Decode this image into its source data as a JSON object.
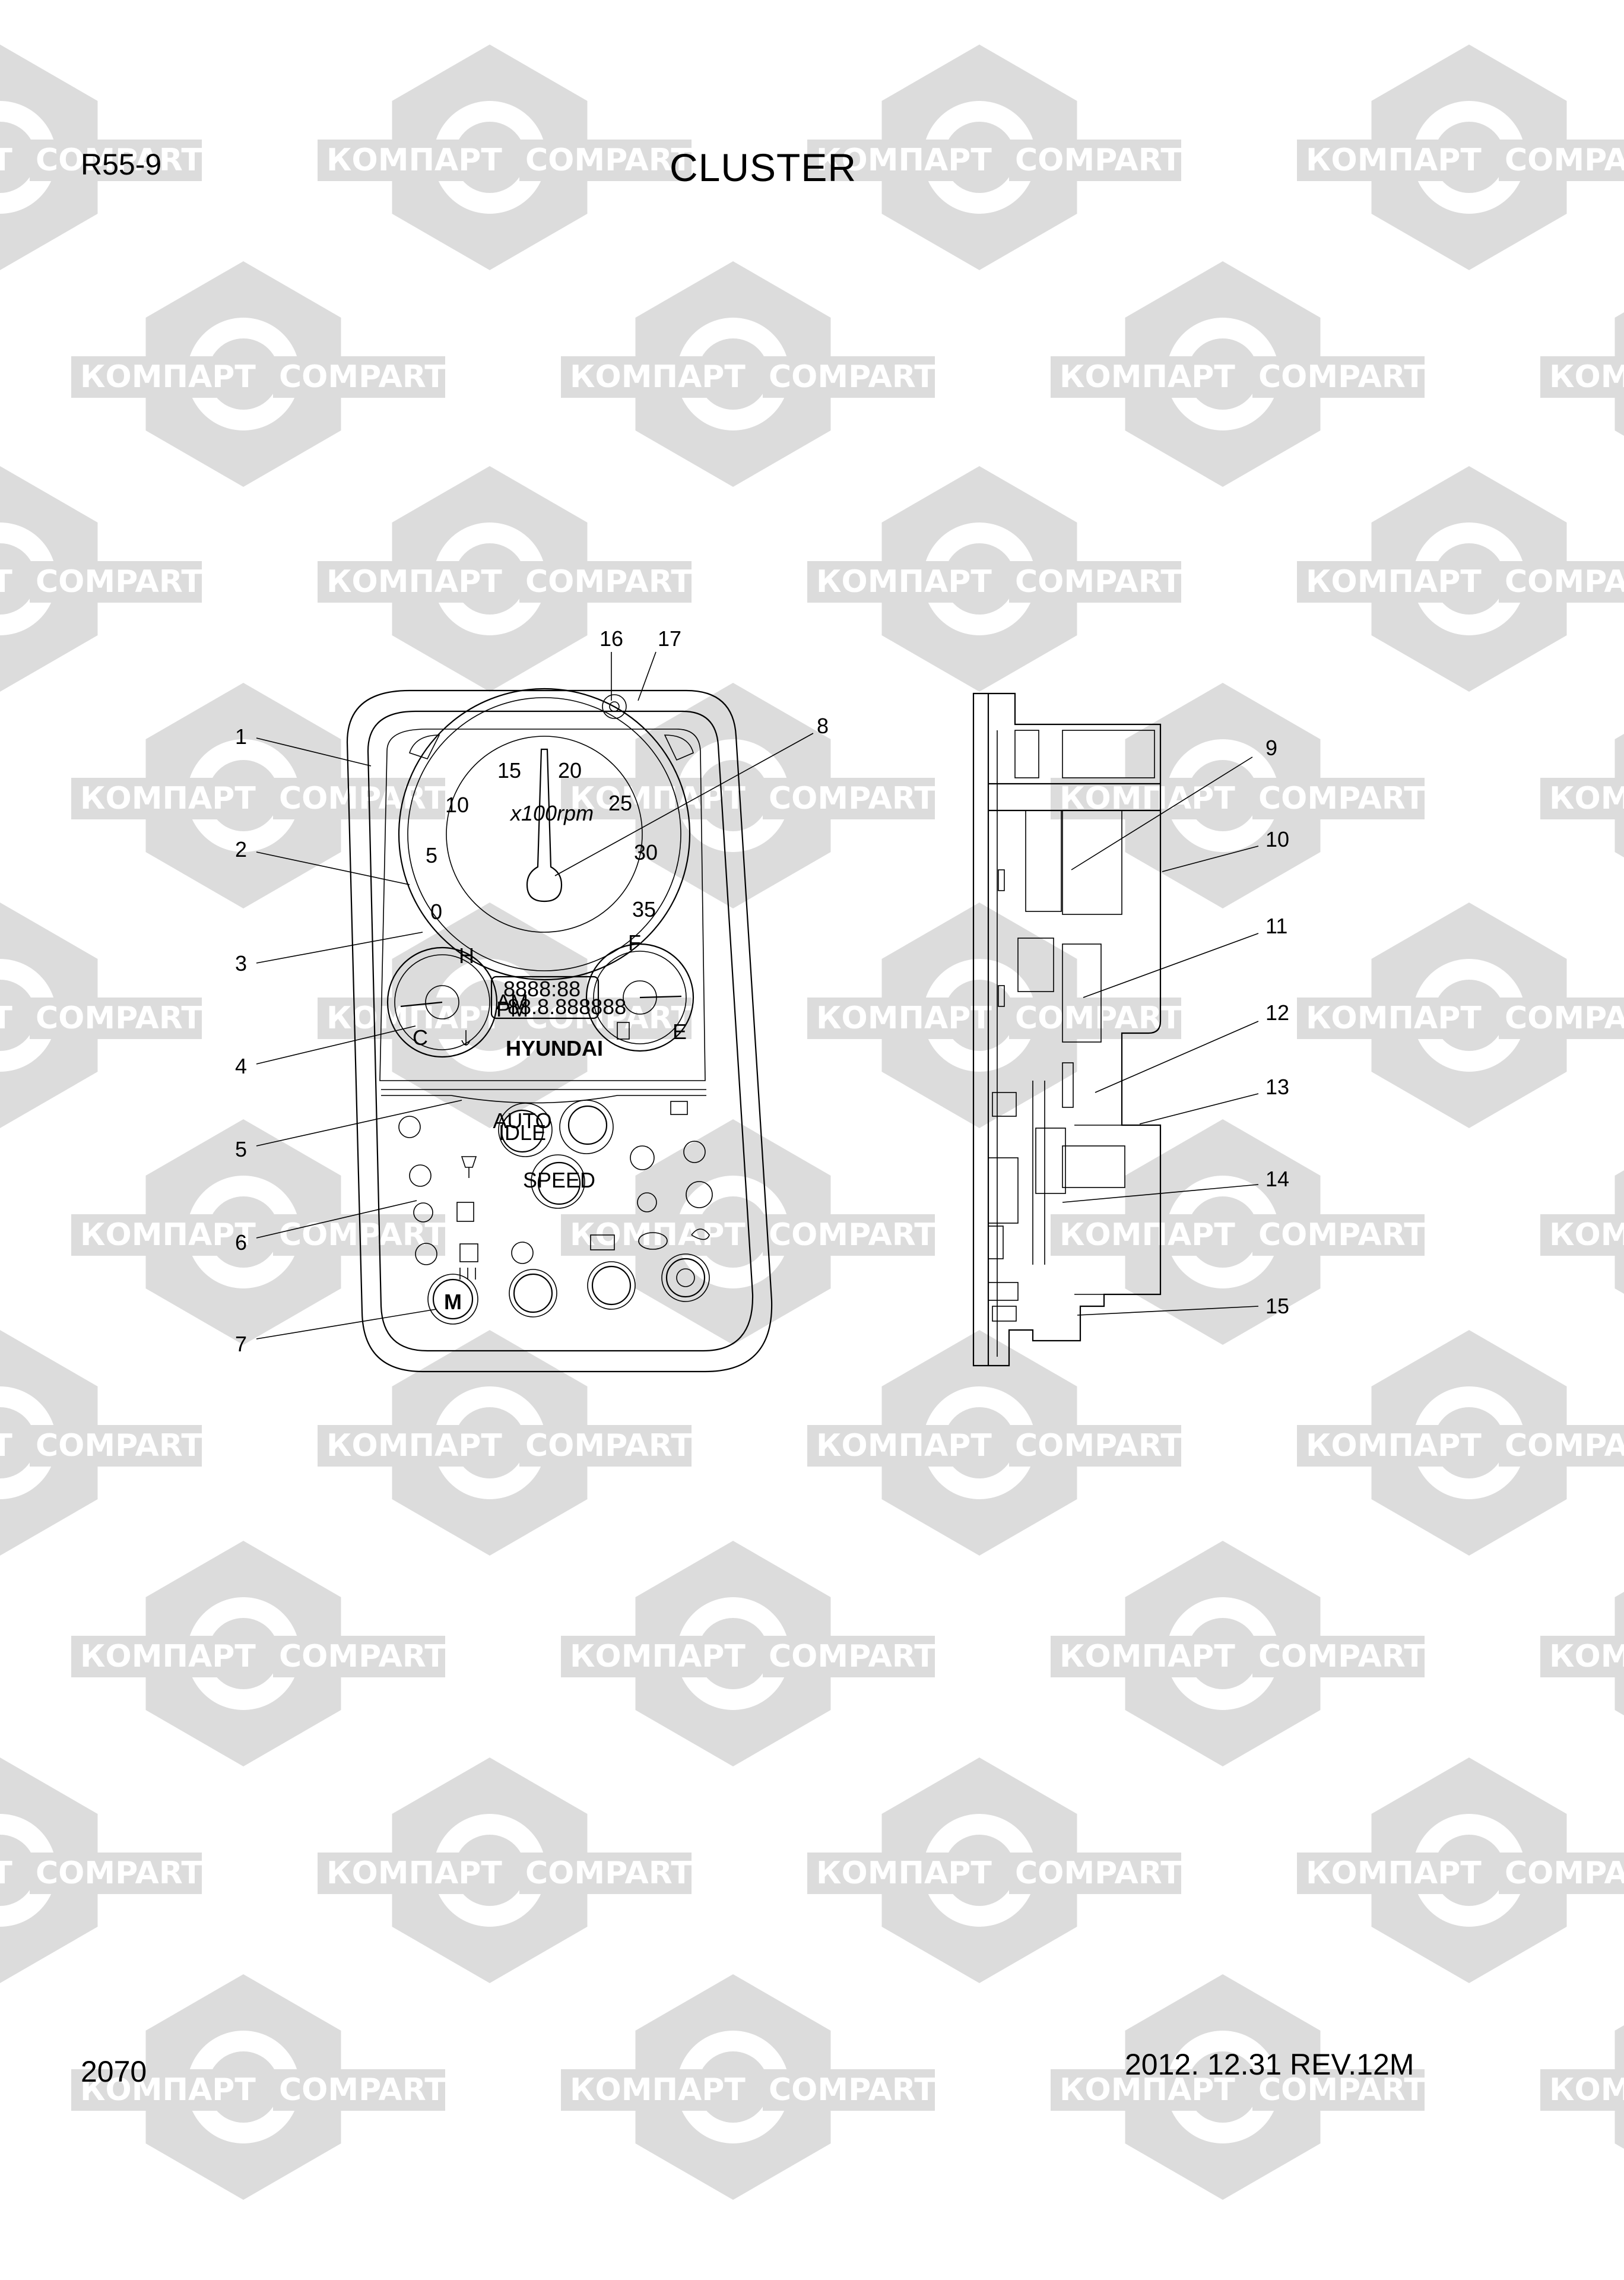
{
  "header": {
    "model": "R55-9",
    "title": "CLUSTER"
  },
  "footer": {
    "page_number": "2070",
    "revision": "2012. 12.31  REV.12M"
  },
  "watermark": {
    "text_ru": "КОМПАРТ",
    "text_en": "COMPART",
    "color": "#dcdcdc"
  },
  "tachometer": {
    "scale_labels": [
      "0",
      "5",
      "10",
      "15",
      "20",
      "25",
      "30",
      "35"
    ],
    "unit_label": "x100rpm"
  },
  "gauges": {
    "temp_left_mark": "H",
    "temp_right_mark": "C",
    "fuel_left_mark": "F",
    "fuel_right_mark": "E"
  },
  "lcd": {
    "line_top": "8888:88",
    "am_label": "AM",
    "pm_label": "PM",
    "line_bottom": "88.8.888888"
  },
  "brand": "HYUNDAI",
  "buttons": {
    "auto_idle": "AUTO\nIDLE",
    "speed": "SPEED",
    "mode": "M"
  },
  "callouts": [
    "1",
    "2",
    "3",
    "4",
    "5",
    "6",
    "7",
    "8",
    "9",
    "10",
    "11",
    "12",
    "13",
    "14",
    "15",
    "16",
    "17"
  ]
}
